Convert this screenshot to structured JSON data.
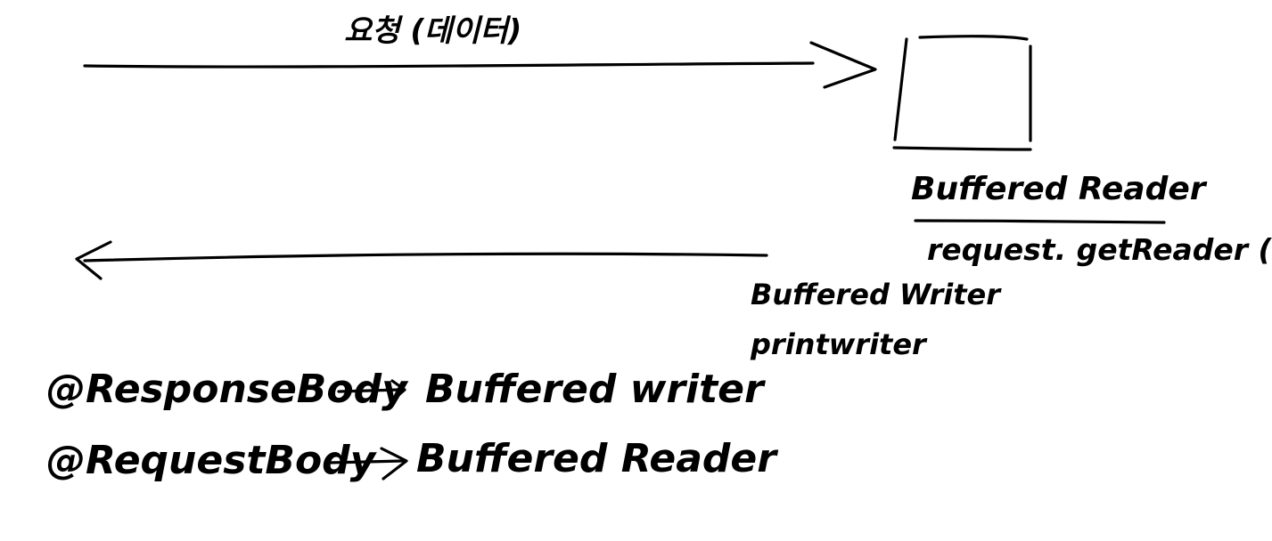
{
  "request_label": "요청 (데이터)",
  "server_box": {
    "label": "Buffered Reader",
    "method": "request. getReader ( )"
  },
  "response_labels": {
    "writer": "Buffered Writer",
    "print_writer": "printwriter"
  },
  "mappings": [
    {
      "annotation": "@ResponseBody",
      "target": "Buffered writer"
    },
    {
      "annotation": "@RequestBody",
      "target": "Buffered Reader"
    }
  ],
  "colors": {
    "ink": "#000000",
    "background": "#ffffff"
  }
}
